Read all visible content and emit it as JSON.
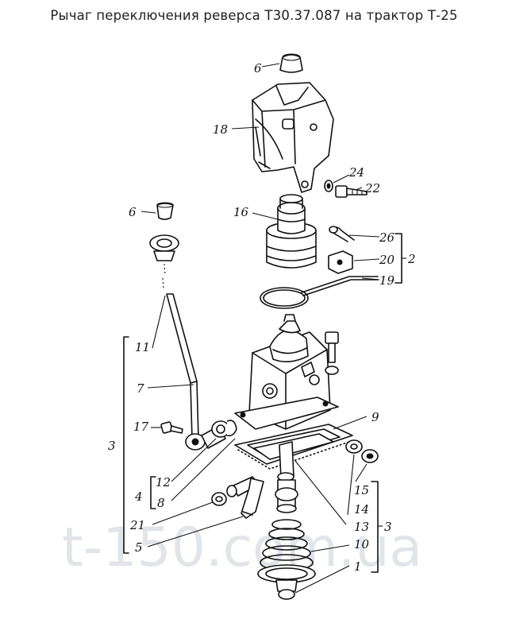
{
  "title": "Рычаг переключения реверса Т30.37.087 на трактор Т-25",
  "watermark": "t-150.com.ua",
  "callouts": {
    "c6_top": "6",
    "c18": "18",
    "c24": "24",
    "c22": "22",
    "c6_left": "6",
    "c16": "16",
    "c26": "26",
    "c20": "20",
    "c2": "2",
    "c19": "19",
    "c11": "11",
    "c7": "7",
    "c3_left": "3",
    "c17": "17",
    "c9": "9",
    "c12": "12",
    "c8": "8",
    "c4": "4",
    "c15": "15",
    "c14": "14",
    "c13": "13",
    "c3_right": "3",
    "c21": "21",
    "c5": "5",
    "c10": "10",
    "c1": "1"
  }
}
